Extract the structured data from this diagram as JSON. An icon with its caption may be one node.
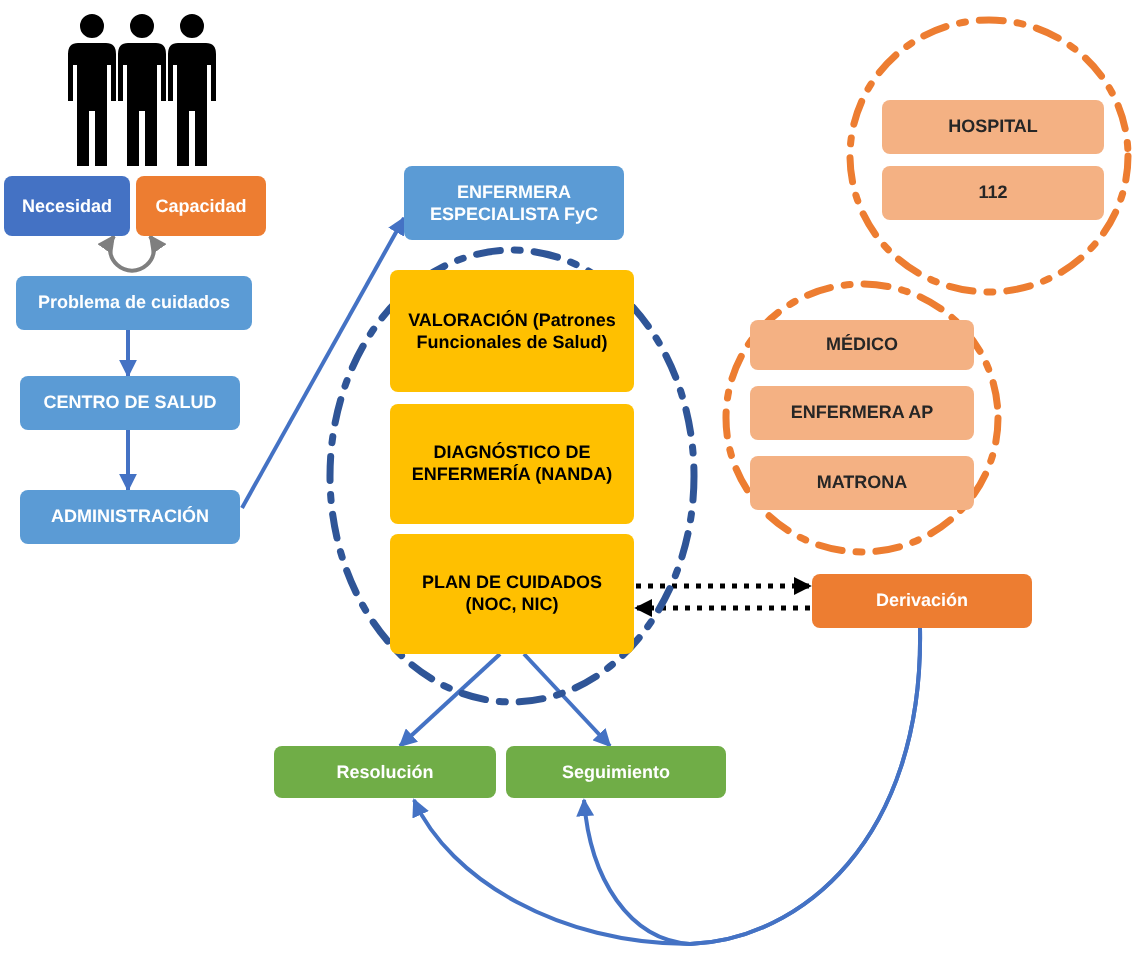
{
  "diagram": {
    "nodes": [
      {
        "text": [],
        "shape": "person"
      },
      {
        "text": [
          "Necesidad"
        ]
      },
      {
        "text": [
          "Capacidad"
        ]
      },
      {
        "text": [
          "Problema de cuidados"
        ]
      },
      {
        "text": [
          "CENTRO DE SALUD"
        ]
      },
      {
        "text": [
          "ADMINISTRACIÓN"
        ]
      },
      {
        "text": [
          "ENFERMERA ESPECIALISTA FyC"
        ]
      },
      {
        "text": [],
        "shape": "circle"
      },
      {
        "text": [
          "VALORACIÓN (Patrones Funcionales de Salud)"
        ],
        "in": 7
      },
      {
        "text": [
          "DIAGNÓSTICO DE ENFERMERÍA (NANDA)"
        ],
        "in": 7
      },
      {
        "text": [
          "PLAN DE CUIDADOS (NOC, NIC)"
        ],
        "in": 7
      },
      {
        "text": [],
        "shape": "circle"
      },
      {
        "text": [
          "HOSPITAL"
        ],
        "in": 11
      },
      {
        "text": [
          "112"
        ],
        "in": 11
      },
      {
        "text": [],
        "shape": "circle"
      },
      {
        "text": [
          "MÉDICO"
        ],
        "in": 14
      },
      {
        "text": [
          "ENFERMERA AP"
        ],
        "in": 14
      },
      {
        "text": [
          "MATRONA"
        ],
        "in": 14
      },
      {
        "text": [
          "Derivación"
        ]
      },
      {
        "text": [
          "Resolución"
        ]
      },
      {
        "text": [
          "Seguimiento"
        ]
      }
    ],
    "edges": [
      {
        "from": 1,
        "to": 2,
        "arrow": "both",
        "color": "#7f7f7f"
      },
      {
        "from": 3,
        "to": 4,
        "arrow": "to"
      },
      {
        "from": 4,
        "to": 5,
        "arrow": "to"
      },
      {
        "from": 5,
        "to": 6,
        "arrow": "to"
      },
      {
        "from": 10,
        "to": 18,
        "arrow": "to",
        "style": "dashed",
        "color": "#000000"
      },
      {
        "from": 18,
        "to": 10,
        "arrow": "to",
        "style": "dashed",
        "color": "#000000"
      },
      {
        "from": 10,
        "to": 19,
        "arrow": "to"
      },
      {
        "from": 10,
        "to": 20,
        "arrow": "to"
      },
      {
        "from": 18,
        "to": 19,
        "arrow": "to"
      },
      {
        "from": 18,
        "to": 20,
        "arrow": "to"
      }
    ]
  }
}
